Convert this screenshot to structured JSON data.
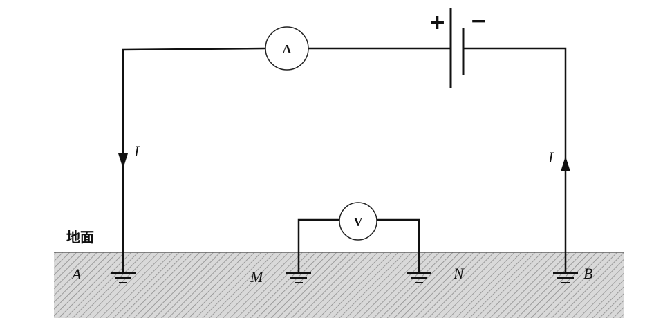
{
  "diagram": {
    "ground_label": "地面",
    "ammeter_label": "A",
    "voltmeter_label": "V",
    "battery_plus": "+",
    "battery_minus": "−",
    "current_left_label": "I",
    "current_right_label": "I",
    "electrode_labels": {
      "a": "A",
      "m": "M",
      "n": "N",
      "b": "B"
    },
    "colors": {
      "ground_fill": "#d9d9d9",
      "hatch": "#8c8c8c",
      "wire": "#111111"
    }
  }
}
